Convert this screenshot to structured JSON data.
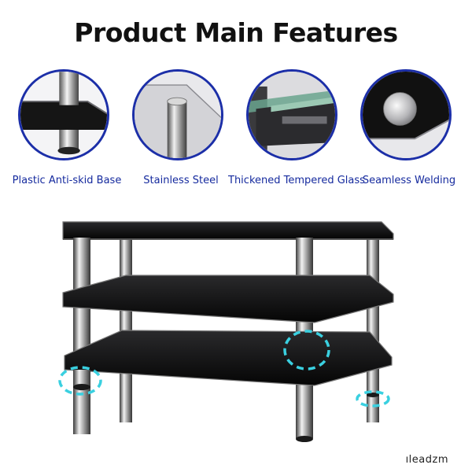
{
  "title": "Product Main Features",
  "features": [
    {
      "label": "Plastic Anti-skid Base",
      "icon": "plastic-base-icon"
    },
    {
      "label": "Stainless Steel",
      "icon": "steel-tube-icon"
    },
    {
      "label": "Thickened Tempered Glass",
      "icon": "tempered-glass-icon"
    },
    {
      "label": "Seamless Welding",
      "icon": "seamless-weld-icon"
    }
  ],
  "brand": "ıleadzm",
  "colors": {
    "label_blue": "#152a9e",
    "circle_border": "#1c2fa8",
    "highlight_dash": "#3ad0e0"
  }
}
